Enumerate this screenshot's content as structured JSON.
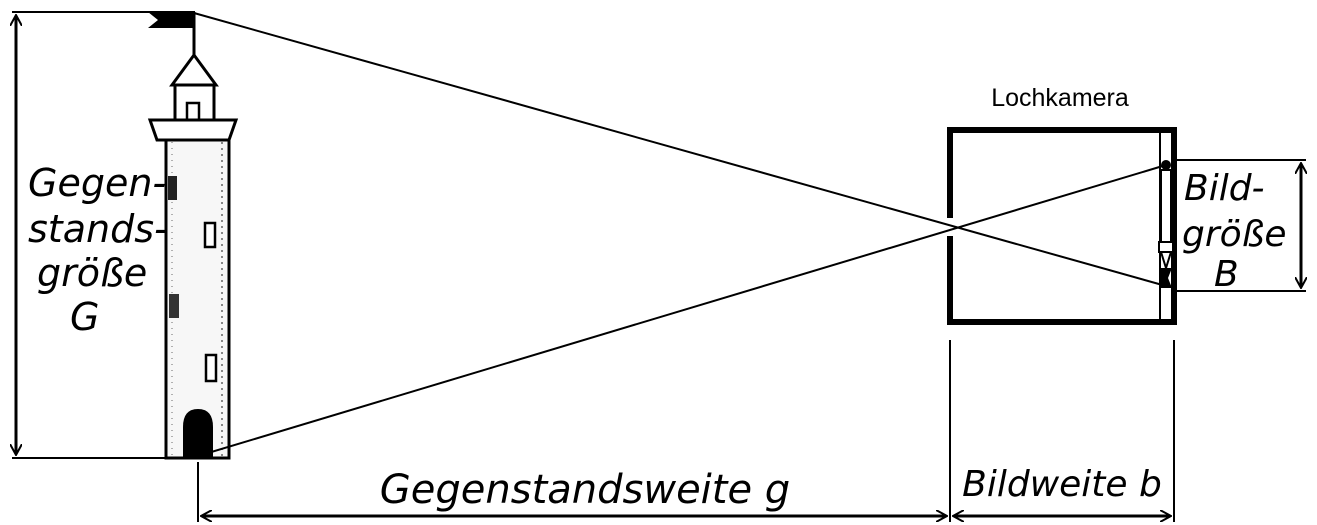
{
  "diagram": {
    "camera_label": "Lochkamera",
    "object_size_label": [
      "Gegen-",
      "stands-",
      "größe",
      "G"
    ],
    "image_size_label": [
      "Bild-",
      "größe",
      "B"
    ],
    "object_distance_label": "Gegenstandsweite g",
    "image_distance_label": "Bildweite b"
  }
}
